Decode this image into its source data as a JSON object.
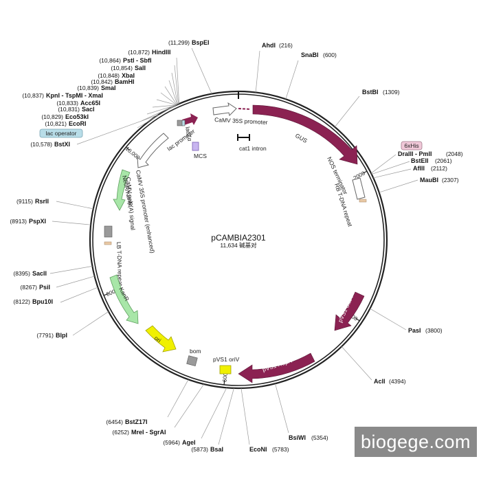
{
  "plasmid": {
    "name": "pCAMBIA2301",
    "length_bp": 11634,
    "size_text": "11,634 碱基对"
  },
  "colors": {
    "gus": "#8b2252",
    "pvs1": "#8b2252",
    "neo": "#a8e6a8",
    "ori": "#f0f000",
    "promoter": "#ffffff",
    "misc": "#9a9a9a",
    "lacop": "#b8dde8",
    "his": "#f0c8d8"
  },
  "ticks": [
    {
      "bp": 2000,
      "label": "2000"
    },
    {
      "bp": 4000,
      "label": "4000"
    },
    {
      "bp": 6000,
      "label": "6000"
    },
    {
      "bp": 8000,
      "label": "8000"
    },
    {
      "bp": 10000,
      "label": "10,000"
    }
  ],
  "sites_left": [
    {
      "name": "BspEI",
      "pos": "(11,299)"
    },
    {
      "name": "HindIII",
      "pos": "(10,872)"
    },
    {
      "name": "PstI - SbfI",
      "pos": "(10,864)"
    },
    {
      "name": "SalI",
      "pos": "(10,854)"
    },
    {
      "name": "XbaI",
      "pos": "(10,848)"
    },
    {
      "name": "BamHI",
      "pos": "(10,842)"
    },
    {
      "name": "SmaI",
      "pos": "(10,839)"
    },
    {
      "name": "KpnI - TspMI - XmaI",
      "pos": "(10,837)"
    },
    {
      "name": "Acc65I",
      "pos": "(10,833)"
    },
    {
      "name": "SacI",
      "pos": "(10,831)"
    },
    {
      "name": "Eco53kI",
      "pos": "(10,829)"
    },
    {
      "name": "EcoRI",
      "pos": "(10,821)"
    },
    {
      "name": "BstXI",
      "pos": "(10,578)"
    },
    {
      "name": "RsrII",
      "pos": "(9115)"
    },
    {
      "name": "PspXI",
      "pos": "(8913)"
    },
    {
      "name": "SacII",
      "pos": "(8395)"
    },
    {
      "name": "PsiI",
      "pos": "(8267)"
    },
    {
      "name": "Bpu10I",
      "pos": "(8122)"
    },
    {
      "name": "BlpI",
      "pos": "(7791)"
    },
    {
      "name": "BstZ17I",
      "pos": "(6454)"
    },
    {
      "name": "MreI - SgrAI",
      "pos": "(6252)"
    },
    {
      "name": "AgeI",
      "pos": "(5964)"
    },
    {
      "name": "BsaI",
      "pos": "(5873)"
    }
  ],
  "sites_right": [
    {
      "name": "AhdI",
      "pos": "(216)"
    },
    {
      "name": "SnaBI",
      "pos": "(600)"
    },
    {
      "name": "BstBI",
      "pos": "(1309)"
    },
    {
      "name": "DraIII - PmlI",
      "pos": "(2048)"
    },
    {
      "name": "BstEII",
      "pos": "(2061)"
    },
    {
      "name": "AflII",
      "pos": "(2112)"
    },
    {
      "name": "MauBI",
      "pos": "(2307)"
    },
    {
      "name": "PasI",
      "pos": "(3800)"
    },
    {
      "name": "AclI",
      "pos": "(4394)"
    },
    {
      "name": "BsiWI",
      "pos": "(5354)"
    },
    {
      "name": "EcoNI",
      "pos": "(5783)"
    }
  ],
  "features": {
    "camv35s": "CaMV 35S promoter",
    "gus": "GUS",
    "cat1": "cat1 intron",
    "nos": "NOS terminator",
    "rb": "RB T-DNA repeat",
    "his": "6xHis",
    "lac_operator": "lac operator",
    "laczalpha": "lacZα",
    "lac_promoter": "lac promoter",
    "mcs": "MCS",
    "neor": "NeoR/KanR",
    "camv_polya": "CaMV poly(A) signal",
    "camv_enh": "CaMV 35S promoter (enhanced)",
    "lb": "LB T-DNA repeat",
    "kanr": "KanR",
    "ori": "ori",
    "bom": "bom",
    "pvs1_oriv": "pVS1 oriV",
    "pvs1_repa": "pVS1 RepA",
    "pvs1_staa": "pVS1 StaA"
  },
  "watermark": "biogege.com"
}
